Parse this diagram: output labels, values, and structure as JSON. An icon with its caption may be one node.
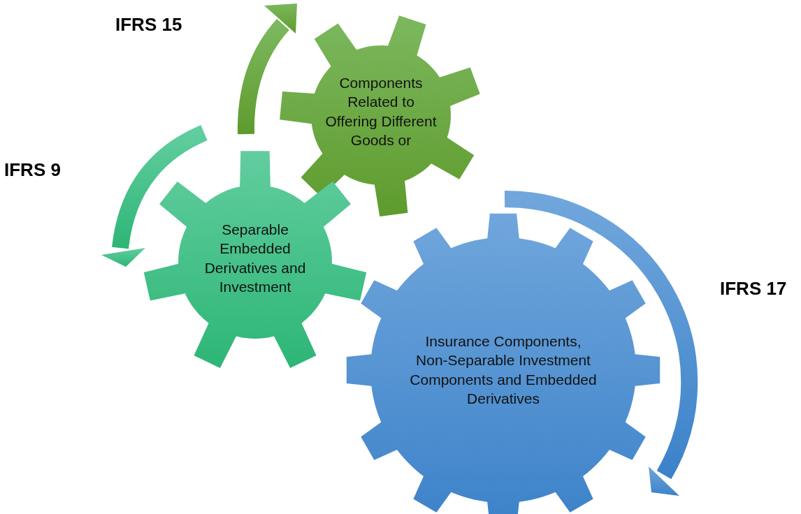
{
  "diagram": {
    "nodes": [
      {
        "text": [
          "Components Related to Offering Different Goods or"
        ]
      },
      {
        "text": [
          "Separable Embedded Derivatives and Investment"
        ]
      },
      {
        "text": [
          "Insurance Components, Non-Separable Investment Components and Embedded Derivatives"
        ]
      }
    ],
    "labels": [
      "IFRS 15",
      "IFRS 9",
      "IFRS 17"
    ]
  }
}
